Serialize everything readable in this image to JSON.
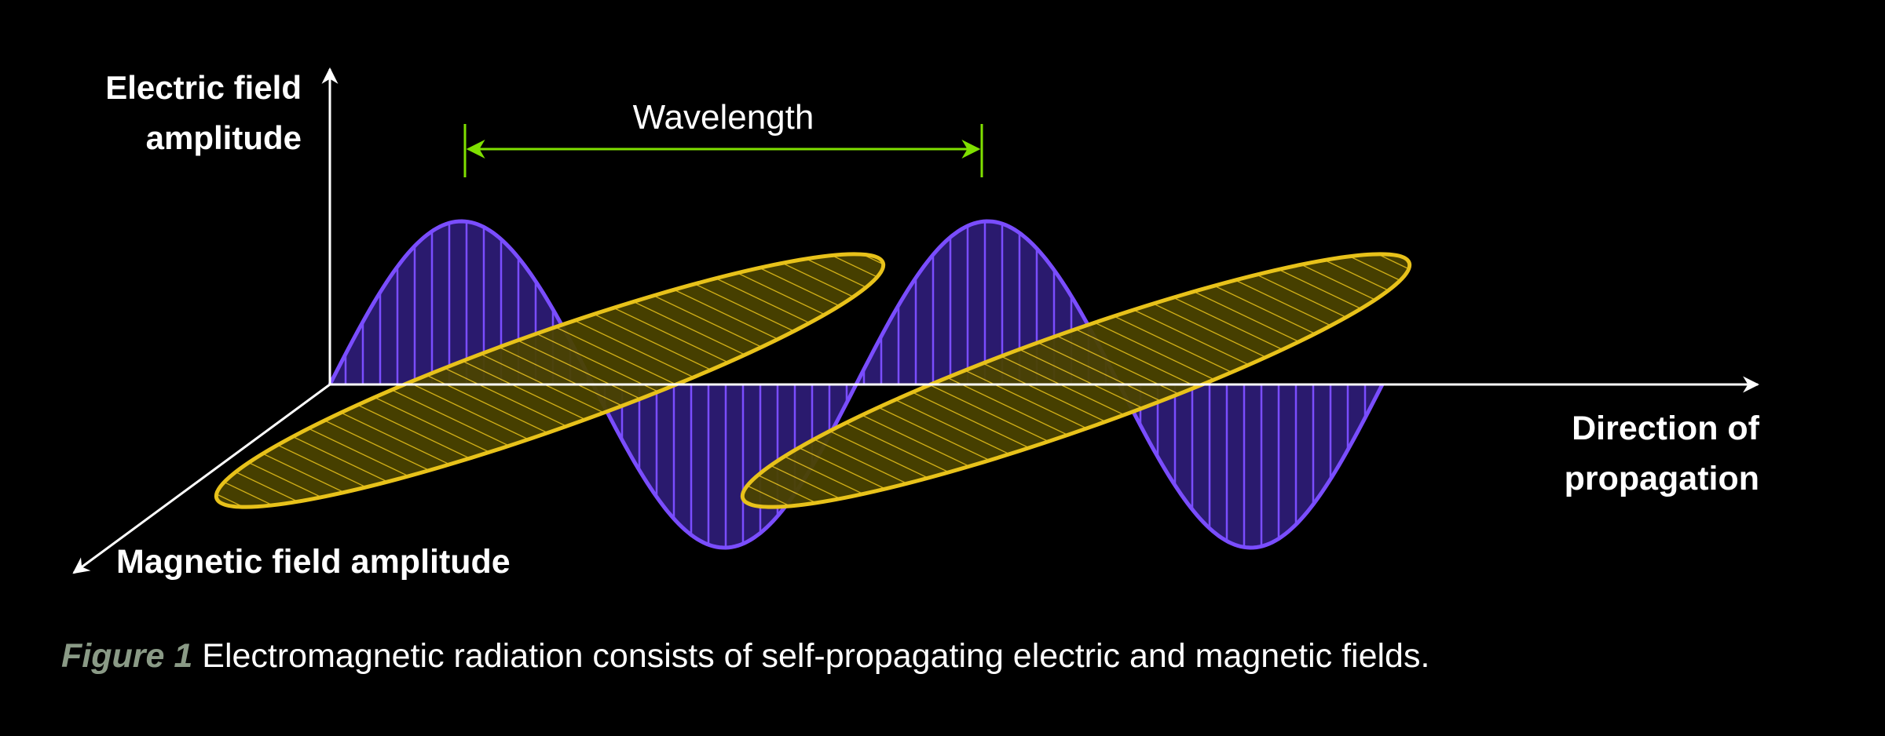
{
  "labels": {
    "electric_axis_line1": "Electric field",
    "electric_axis_line2": "amplitude",
    "wavelength": "Wavelength",
    "propagation_line1": "Direction of",
    "propagation_line2": "propagation",
    "magnetic_axis": "Magnetic field amplitude"
  },
  "caption": {
    "figure_label": "Figure 1",
    "text": "Electromagnetic radiation consists of self-propagating electric and magnetic fields."
  },
  "colors": {
    "background": "#000000",
    "electric_wave": "#7a4dff",
    "electric_fill": "#2a1a6e",
    "magnetic_wave": "#e8c21a",
    "magnetic_fill": "#4a4200",
    "wavelength_marker": "#7fe000",
    "axes": "#ffffff",
    "caption_label": "#8a9a86"
  }
}
